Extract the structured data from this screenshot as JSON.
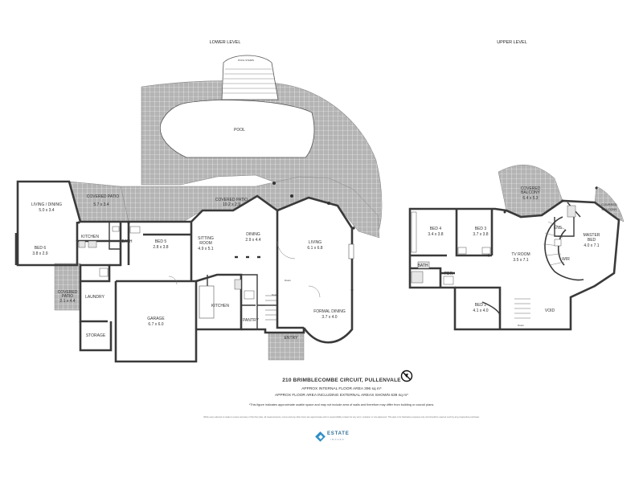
{
  "levels": {
    "lower": "LOWER LEVEL",
    "upper": "UPPER LEVEL"
  },
  "rooms": {
    "pool": "POOL",
    "pool_stairs": "POOL STAIRS",
    "covered_patio_main_name": "COVERED PATIO",
    "covered_patio_main_dims": "10.2 x 2.9",
    "living_dining_name": "LIVING / DINING",
    "living_dining_dims": "5.0 x 3.4",
    "covered_patio_left_name": "COVERED PATIO",
    "covered_patio_left_dims": "5.7 x 3.4",
    "kitchen_left": "KITCHEN",
    "bath_left": "BATH",
    "bed6_name": "BED 6",
    "bed6_dims": "3.8 x 2.9",
    "bed5_name": "BED 5",
    "bed5_dims": "2.8 x 3.8",
    "sitting_name": "SITTING ROOM",
    "sitting_line1": "SITTING",
    "sitting_line2": "ROOM",
    "sitting_dims": "4.9 x 5.1",
    "dining_name": "DINING",
    "dining_dims": "2.9 x 4.4",
    "living_name": "LIVING",
    "living_dims": "6.1 x 6.8",
    "covered_patio_bl_name": "COVERED PATIO",
    "covered_patio_bl_line1": "COVERED",
    "covered_patio_bl_line2": "PATIO",
    "covered_patio_bl_dims": "2.1 x 4.4",
    "laundry": "LAUNDRY",
    "storage": "STORAGE",
    "garage_name": "GARAGE",
    "garage_dims": "6.7 x 6.0",
    "kitchen_main": "KITCHEN",
    "pantry": "PANTRY",
    "entry": "ENTRY",
    "formal_dining_name": "FORMAL DINING",
    "formal_dining_dims": "3.7 x 4.0",
    "down": "Down",
    "bed4_name": "BED 4",
    "bed4_dims": "3.4 x 3.8",
    "bed3_name": "BED 3",
    "bed3_dims": "3.7 x 3.8",
    "covered_balcony_name": "COVERED BALCONY",
    "covered_balcony_line1": "COVERED",
    "covered_balcony_line2": "BALCONY",
    "covered_balcony_dims": "6.4 x 5.3",
    "covered_balcony_right_line1": "COVERED",
    "covered_balcony_right_line2": "BALCONY",
    "ens": "ENS",
    "master_name": "MASTER BED",
    "master_line1": "MASTER",
    "master_line2": "BED",
    "master_dims": "4.0 x 7.1",
    "wir": "WIR",
    "bath_upper": "BATH",
    "pdr": "PDR",
    "tv_room_name": "TV ROOM",
    "tv_room_dims": "3.5 x 7.1",
    "bed2_name": "BED 2",
    "bed2_dims": "4.1 x 4.0",
    "void": "VOID"
  },
  "info": {
    "address": "210 BRIMBLECOMBE CIRCUIT, PULLENVALE",
    "internal_area": "APPROX INTERNAL FLOOR AREA 396 sq m*",
    "total_area": "APPROX FLOOR AREA INCLUDING EXTERNAL AREAS SHOWN 639 sq m*",
    "disclaimer": "*This figure indicates approximate usable space and may not include area of walls and therefore may differ from building or council plans.",
    "fine_print": "While every attempt is made to ensure accuracy of the floor plan, all measurements, rooms and any other items are approximate and no responsibility is taken for any error, omission or mis-statement. This plan is for illustrative purposes only and should be used as such by any prospective purchaser."
  },
  "logo": {
    "name": "ESTATE",
    "sub": "IMAGES",
    "color": "#2f8fc7"
  },
  "colors": {
    "wall": "#3a3a3a",
    "tile": "#b4b4b4",
    "grid_line": "#ffffff",
    "floor": "#ffffff"
  }
}
